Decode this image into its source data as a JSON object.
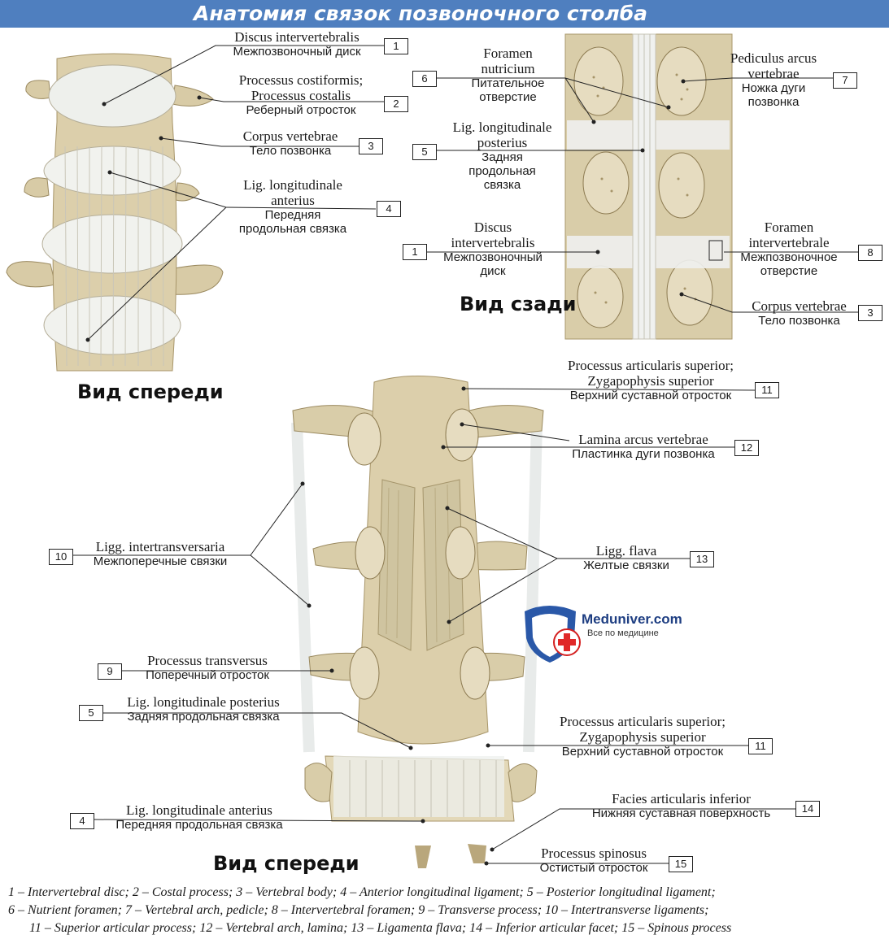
{
  "title": "Анатомия связок позвоночного столба",
  "views": {
    "front_top": "Вид спереди",
    "back_top": "Вид сзади",
    "front_bottom": "Вид спереди"
  },
  "labels": {
    "l1_top": {
      "num": "1",
      "lat": "Discus intervertebralis",
      "rus": "Межпозвоночный диск"
    },
    "l2": {
      "num": "2",
      "lat1": "Processus costiformis;",
      "lat2": "Processus costalis",
      "rus": "Реберный отросток"
    },
    "l3_left": {
      "num": "3",
      "lat": "Corpus vertebrae",
      "rus": "Тело позвонка"
    },
    "l4_top": {
      "num": "4",
      "lat1": "Lig. longitudinale",
      "lat2": "anterius",
      "rus1": "Передняя",
      "rus2": "продольная связка"
    },
    "l6": {
      "num": "6",
      "lat1": "Foramen",
      "lat2": "nutricium",
      "rus1": "Питательное",
      "rus2": "отверстие"
    },
    "l7": {
      "num": "7",
      "lat1": "Pediculus arcus",
      "lat2": "vertebrae",
      "rus1": "Ножка дуги",
      "rus2": "позвонка"
    },
    "l5_top": {
      "num": "5",
      "lat1": "Lig. longitudinale",
      "lat2": "posterius",
      "rus1": "Задняя",
      "rus2": "продольная",
      "rus3": "связка"
    },
    "l1_mid": {
      "num": "1",
      "lat1": "Discus",
      "lat2": "intervertebralis",
      "rus1": "Межпозвоночный",
      "rus2": "диск"
    },
    "l8": {
      "num": "8",
      "lat1": "Foramen",
      "lat2": "intervertebrale",
      "rus1": "Межпозвоночное",
      "rus2": "отверстие"
    },
    "l3_right": {
      "num": "3",
      "lat": "Corpus vertebrae",
      "rus": "Тело позвонка"
    },
    "l11_top": {
      "num": "11",
      "lat1": "Processus articularis superior;",
      "lat2": "Zygapophysis superior",
      "rus": "Верхний суставной отросток"
    },
    "l12": {
      "num": "12",
      "lat": "Lamina arcus vertebrae",
      "rus": "Пластинка дуги позвонка"
    },
    "l10": {
      "num": "10",
      "lat": "Ligg. intertransversaria",
      "rus": "Межпоперечные связки"
    },
    "l13": {
      "num": "13",
      "lat": "Ligg. flava",
      "rus": "Желтые связки"
    },
    "l9": {
      "num": "9",
      "lat": "Processus transversus",
      "rus": "Поперечный отросток"
    },
    "l5_bottom": {
      "num": "5",
      "lat": "Lig. longitudinale posterius",
      "rus": "Задняя продольная связка"
    },
    "l11_bottom": {
      "num": "11",
      "lat1": "Processus articularis superior;",
      "lat2": "Zygapophysis superior",
      "rus": "Верхний суставной отросток"
    },
    "l14": {
      "num": "14",
      "lat": "Facies articularis inferior",
      "rus": "Нижняя суставная поверхность"
    },
    "l4_bottom": {
      "num": "4",
      "lat": "Lig. longitudinale anterius",
      "rus": "Передняя продольная связка"
    },
    "l15": {
      "num": "15",
      "lat": "Processus spinosus",
      "rus": "Остистый отросток"
    }
  },
  "logo": {
    "name": "Meduniver.com",
    "tagline": "Все по медицине"
  },
  "legend": [
    "1 – Intervertebral disc; 2 – Costal process; 3 – Vertebral body; 4 – Anterior longitudinal ligament; 5 – Posterior longitudinal ligament;",
    "6 – Nutrient foramen; 7 – Vertebral arch, pedicle; 8 – Intervertebral foramen; 9 – Transverse process; 10 – Intertransverse ligaments;",
    "11 – Superior articular process; 12 – Vertebral arch, lamina; 13 – Ligamenta flava; 14 – Inferior articular facet; 15 – Spinous process"
  ],
  "colors": {
    "title_bar": "#4f7fbf",
    "bone": "#e3d8b8",
    "bone_dark": "#b9a77c",
    "ligament": "#eef1f1",
    "logo_shield": "#2a58a8",
    "logo_cross": "#e02828"
  }
}
